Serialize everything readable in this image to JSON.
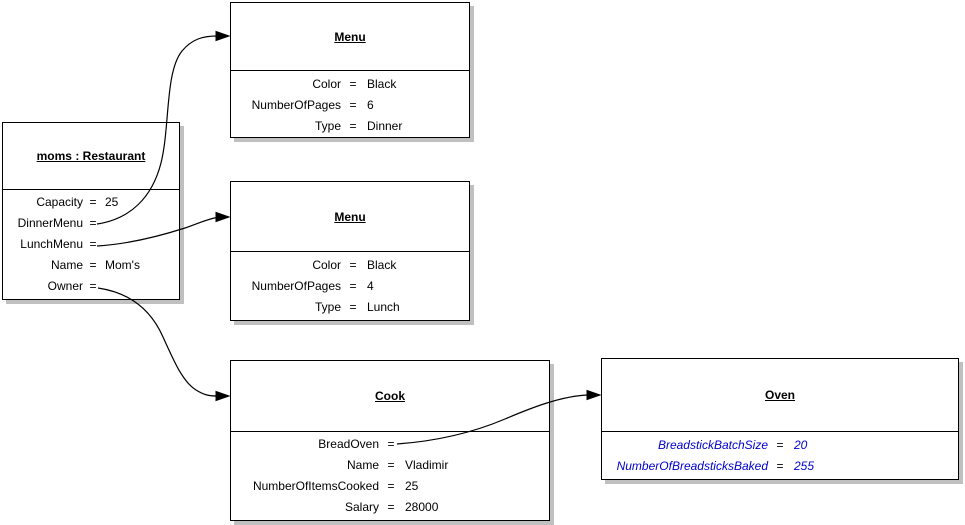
{
  "diagram": {
    "equals": "=",
    "colors": {
      "background": "#ffffff",
      "text": "#000000",
      "border": "#000000",
      "shadow": "#c0c0c0",
      "blue": "#0000cc"
    },
    "objects": [
      {
        "id": "moms-restaurant",
        "title": "moms : Restaurant",
        "attributes": [
          {
            "name": "Capacity",
            "value": "25"
          },
          {
            "name": "DinnerMenu",
            "value": ""
          },
          {
            "name": "LunchMenu",
            "value": ""
          },
          {
            "name": "Name",
            "value": "Mom's"
          },
          {
            "name": "Owner",
            "value": ""
          }
        ]
      },
      {
        "id": "menu-dinner",
        "title": "Menu",
        "attributes": [
          {
            "name": "Color",
            "value": "Black"
          },
          {
            "name": "NumberOfPages",
            "value": "6"
          },
          {
            "name": "Type",
            "value": "Dinner"
          }
        ]
      },
      {
        "id": "menu-lunch",
        "title": "Menu",
        "attributes": [
          {
            "name": "Color",
            "value": "Black"
          },
          {
            "name": "NumberOfPages",
            "value": "4"
          },
          {
            "name": "Type",
            "value": "Lunch"
          }
        ]
      },
      {
        "id": "cook",
        "title": "Cook",
        "attributes": [
          {
            "name": "BreadOven",
            "value": ""
          },
          {
            "name": "Name",
            "value": "Vladimir"
          },
          {
            "name": "NumberOfItemsCooked",
            "value": "25"
          },
          {
            "name": "Salary",
            "value": "28000"
          }
        ]
      },
      {
        "id": "oven",
        "title": "Oven",
        "attributes": [
          {
            "name": "BreadstickBatchSize",
            "value": "20"
          },
          {
            "name": "NumberOfBreadsticksBaked",
            "value": "255"
          }
        ]
      }
    ],
    "connections": [
      {
        "from": "moms-restaurant.DinnerMenu",
        "to": "menu-dinner"
      },
      {
        "from": "moms-restaurant.LunchMenu",
        "to": "menu-lunch"
      },
      {
        "from": "moms-restaurant.Owner",
        "to": "cook"
      },
      {
        "from": "cook.BreadOven",
        "to": "oven"
      }
    ]
  }
}
